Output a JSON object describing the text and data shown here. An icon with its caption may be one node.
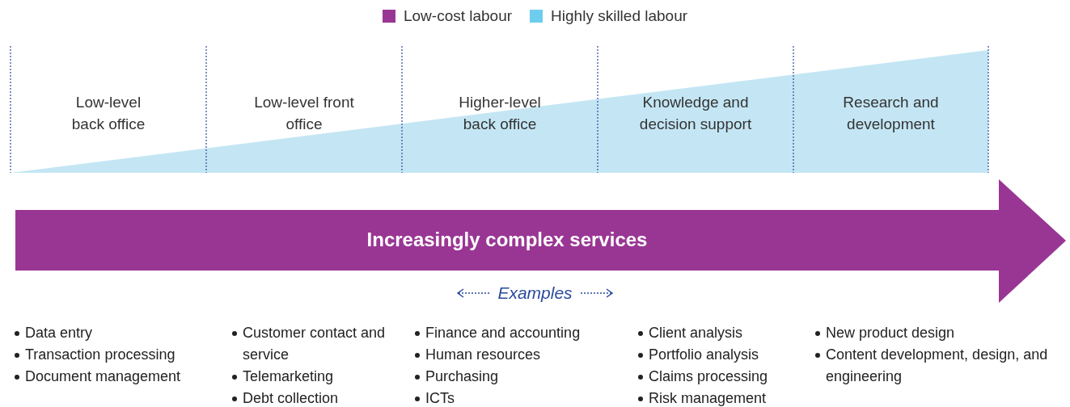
{
  "diagram": {
    "nodes": [
      {
        "text": [
          "Increasingly complex services"
        ]
      }
    ],
    "edges": [],
    "labels": [
      "Low-level back office",
      "Low-level front office",
      "Higher-level back office",
      "Knowledge and decision support",
      "Research and development",
      "Examples",
      "Data entry",
      "Transaction processing",
      "Document management",
      "Customer contact and service",
      "Telemarketing",
      "Debt collection",
      "Finance and accounting",
      "Human resources",
      "Purchasing",
      "ICTs",
      "Client analysis",
      "Portfolio analysis",
      "Claims processing",
      "Risk management",
      "New product design",
      "Content development, design, and engineering"
    ],
    "legend": [
      {
        "text": "Low-cost labour",
        "color": "#993694"
      },
      {
        "text": "Highly skilled labour",
        "color": "#6dcdec"
      }
    ]
  }
}
